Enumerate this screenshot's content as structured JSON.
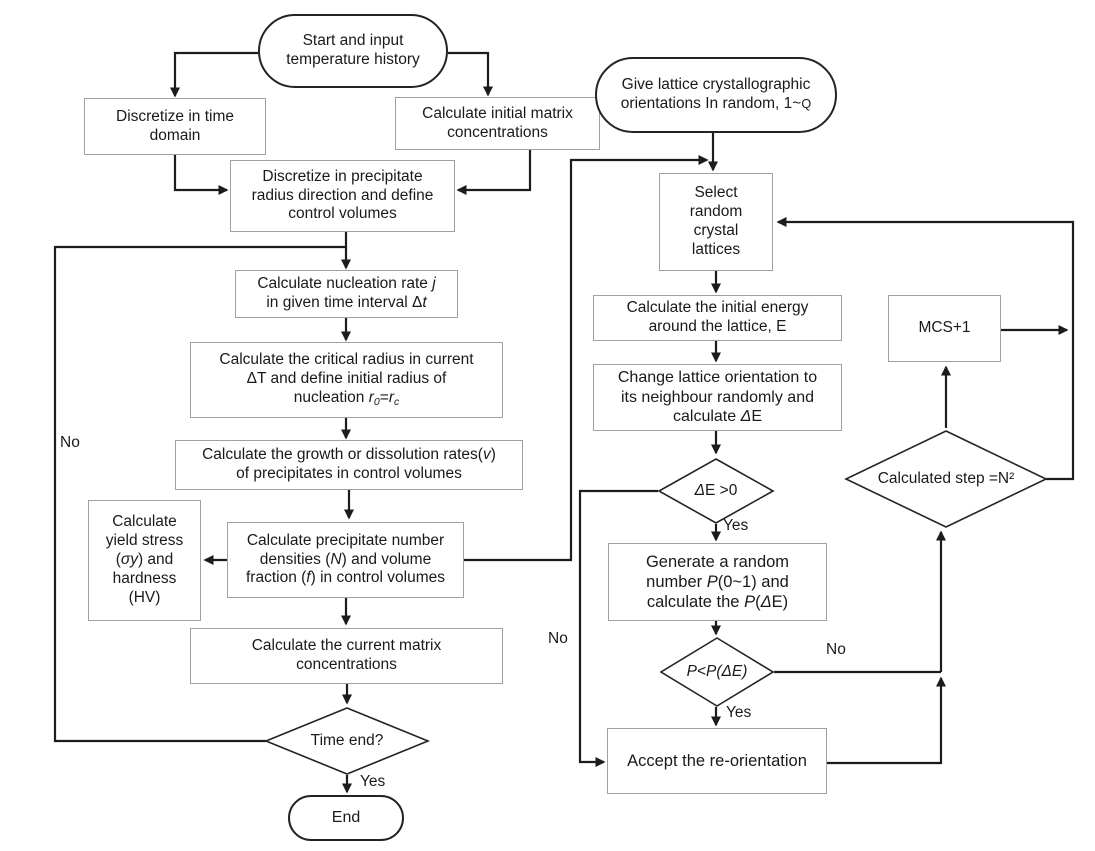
{
  "colors": {
    "background": "#ffffff",
    "text": "#1a1a1a",
    "line": "#1c1c1c",
    "box_border": "#a0a0a0",
    "terminal_border": "#232323"
  },
  "nodes": {
    "start": {
      "type": "terminal",
      "label": [
        "Start and input",
        "temperature history"
      ]
    },
    "disc_time": {
      "type": "process",
      "label": [
        "Discretize in time",
        "domain"
      ]
    },
    "calc_initial_matrix": {
      "type": "process",
      "label": [
        "Calculate initial matrix",
        "concentrations"
      ]
    },
    "disc_precip": {
      "type": "process",
      "label": [
        "Discretize in precipitate",
        "radius direction and define",
        "control volumes"
      ]
    },
    "calc_nucleation": {
      "type": "process",
      "label": [
        [
          {
            "t": "Calculate nucleation rate "
          },
          {
            "t": "j",
            "s": "i"
          }
        ],
        [
          {
            "t": "in given time interval Δ"
          },
          {
            "t": "t",
            "s": "i"
          }
        ]
      ]
    },
    "critical_radius": {
      "type": "process",
      "label": [
        "Calculate the critical radius in current",
        "ΔT and define initial radius of",
        [
          {
            "t": "nucleation "
          },
          {
            "t": "r",
            "s": "i"
          },
          {
            "t": "0",
            "s": "sub i"
          },
          {
            "t": "="
          },
          {
            "t": "r",
            "s": "i"
          },
          {
            "t": "c",
            "s": "sub i"
          }
        ]
      ]
    },
    "growth_rates": {
      "type": "process",
      "label": [
        [
          {
            "t": "Calculate the growth or dissolution rates("
          },
          {
            "t": "v",
            "s": "i"
          },
          {
            "t": ")"
          }
        ],
        "of precipitates in control volumes"
      ]
    },
    "yield_stress": {
      "type": "process",
      "label": [
        "Calculate",
        "yield stress",
        [
          {
            "t": "("
          },
          {
            "t": "σy",
            "s": "i"
          },
          {
            "t": ") and"
          }
        ],
        "hardness",
        "(HV)"
      ]
    },
    "precip_density": {
      "type": "process",
      "label": [
        "Calculate precipitate number",
        [
          {
            "t": "densities ("
          },
          {
            "t": "N",
            "s": "i"
          },
          {
            "t": ") and volume"
          }
        ],
        [
          {
            "t": "fraction ("
          },
          {
            "t": "f",
            "s": "i"
          },
          {
            "t": ") in control volumes"
          }
        ]
      ]
    },
    "current_matrix": {
      "type": "process",
      "label": [
        "Calculate the current matrix",
        "concentrations"
      ]
    },
    "time_end": {
      "type": "decision",
      "label": "Time end?"
    },
    "end": {
      "type": "terminal",
      "label": "End"
    },
    "give_lattice": {
      "type": "terminal",
      "label": [
        "Give lattice crystallographic",
        [
          {
            "t": "orientations In random, 1~"
          },
          {
            "t": "Q",
            "s": "sm"
          }
        ]
      ]
    },
    "select_lattice": {
      "type": "process",
      "label": [
        "Select",
        "random",
        "crystal",
        "lattices"
      ]
    },
    "initial_energy": {
      "type": "process",
      "label": [
        "Calculate the initial energy",
        "around the lattice, E"
      ]
    },
    "change_lattice": {
      "type": "process",
      "label": [
        "Change lattice orientation to",
        "its neighbour randomly and",
        [
          {
            "t": "calculate "
          },
          {
            "t": "Δ",
            "s": "i"
          },
          {
            "t": "E"
          }
        ]
      ]
    },
    "de_gt0": {
      "type": "decision",
      "label": [
        [
          {
            "t": "Δ",
            "s": "i"
          },
          {
            "t": "E >0"
          }
        ]
      ]
    },
    "generate_random": {
      "type": "process",
      "label": [
        "Generate a random",
        [
          {
            "t": "number "
          },
          {
            "t": "P",
            "s": "i"
          },
          {
            "t": "(0~1) and"
          }
        ],
        [
          {
            "t": "calculate the "
          },
          {
            "t": "P",
            "s": "i"
          },
          {
            "t": "("
          },
          {
            "t": "Δ",
            "s": "i"
          },
          {
            "t": "E)"
          }
        ]
      ]
    },
    "p_lt_pde": {
      "type": "decision",
      "label": [
        [
          {
            "t": "P<P(ΔE)",
            "s": "i"
          }
        ]
      ]
    },
    "accept": {
      "type": "process",
      "label": "Accept the re-orientation"
    },
    "mcs": {
      "type": "process",
      "label": "MCS+1"
    },
    "calc_step": {
      "type": "decision",
      "label": "Calculated step =N²"
    }
  },
  "edge_labels": {
    "time_end_no": "No",
    "time_end_yes": "Yes",
    "de_no": "No",
    "de_yes": "Yes",
    "p_no": "No",
    "p_yes": "Yes"
  }
}
